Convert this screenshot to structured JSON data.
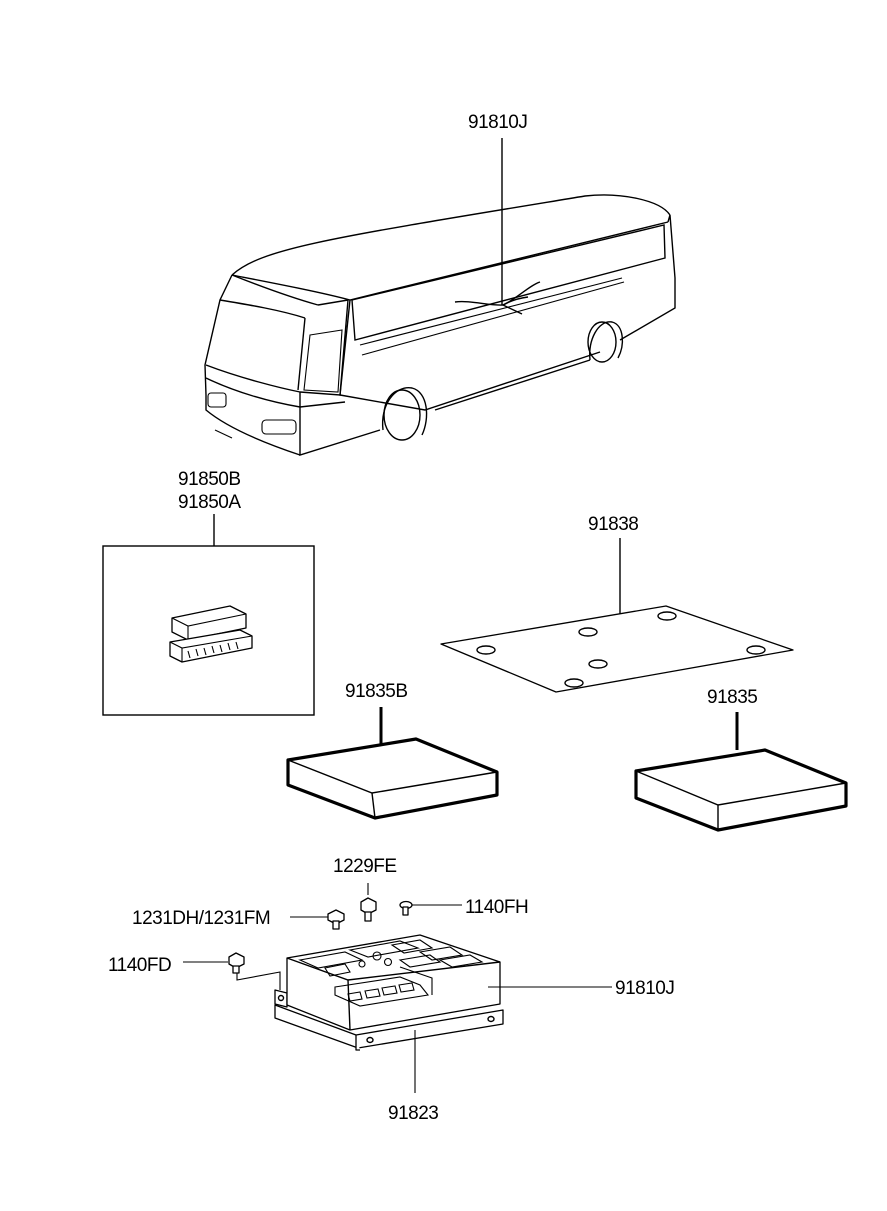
{
  "labels": {
    "harness_top": "91810J",
    "relay_b": "91850B",
    "relay_a": "91850A",
    "cover_plate": "91838",
    "cover_b": "91835B",
    "cover": "91835",
    "bolt_fe": "1229FE",
    "bolt_dh_fm": "1231DH/1231FM",
    "bolt_fh": "1140FH",
    "bolt_fd": "1140FD",
    "junction_box": "91810J",
    "bracket": "91823"
  }
}
